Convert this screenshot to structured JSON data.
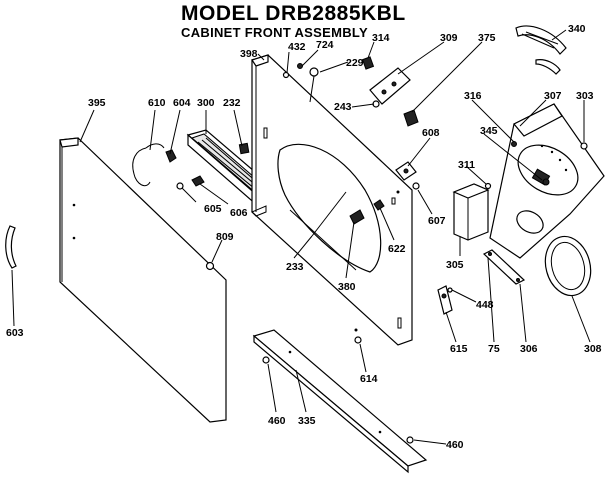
{
  "header": {
    "title": "MODEL DRB2885KBL",
    "subtitle": "CABINET FRONT ASSEMBLY"
  },
  "callouts": {
    "c395": "395",
    "c610": "610",
    "c604": "604",
    "c300": "300",
    "c232": "232",
    "c398": "398",
    "c432": "432",
    "c724": "724",
    "c229": "229",
    "c314": "314",
    "c309": "309",
    "c375": "375",
    "c340": "340",
    "c243": "243",
    "c316": "316",
    "c307": "307",
    "c303": "303",
    "c608": "608",
    "c345": "345",
    "c311": "311",
    "c605": "605",
    "c606": "606",
    "c809": "809",
    "c233": "233",
    "c622": "622",
    "c607": "607",
    "c380": "380",
    "c305": "305",
    "c448": "448",
    "c603": "603",
    "c614": "614",
    "c615": "615",
    "c75": "75",
    "c306": "306",
    "c308": "308",
    "c460a": "460",
    "c335": "335",
    "c460b": "460"
  }
}
